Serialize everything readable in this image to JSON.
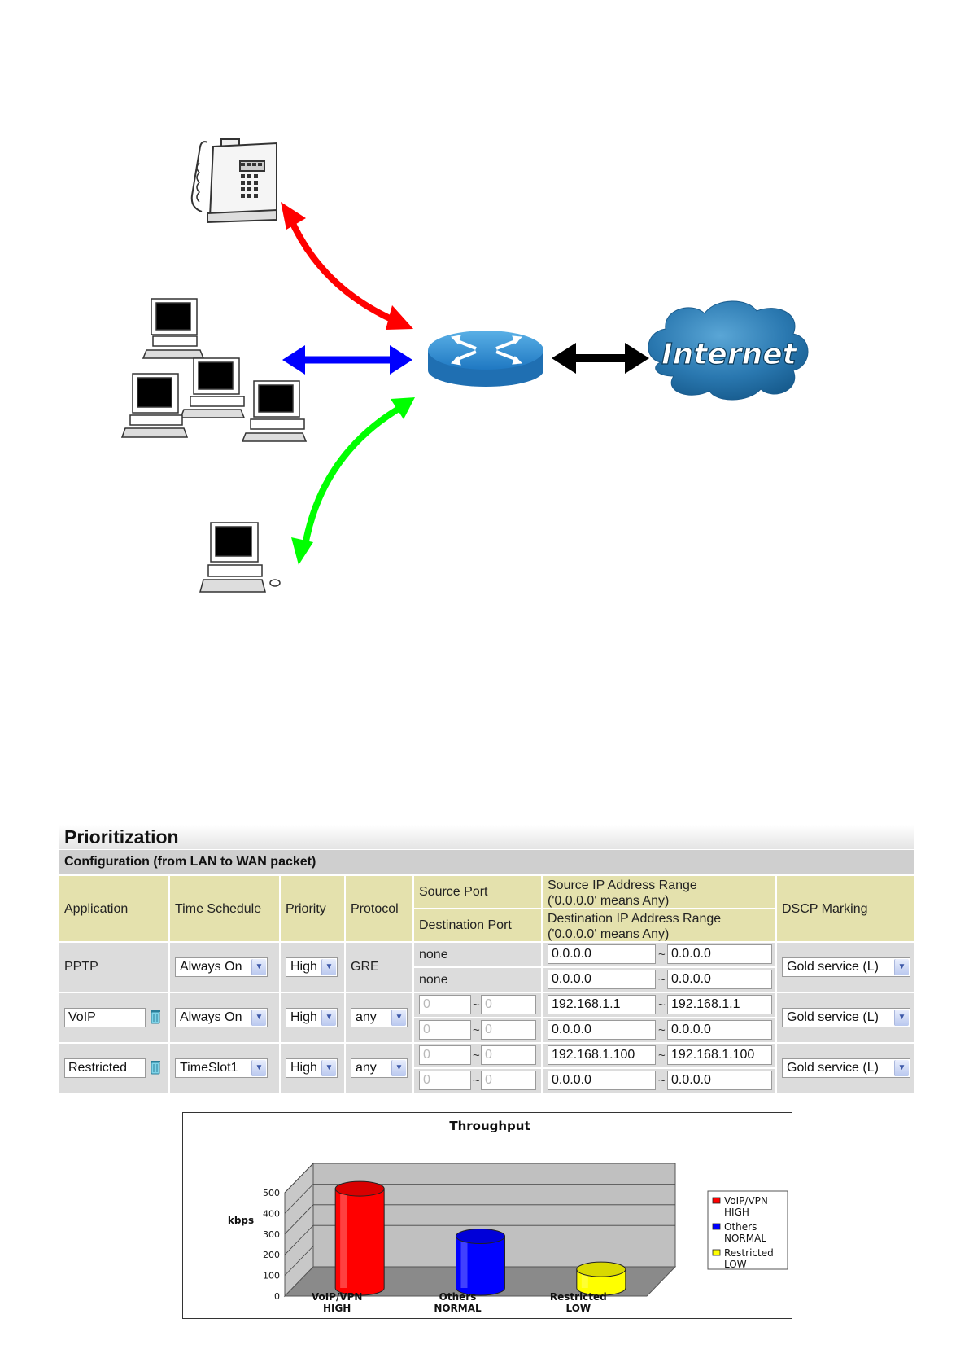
{
  "diagram": {
    "internet_label": "Internet",
    "arrow_colors": {
      "phone": "#ff0000",
      "lan": "#0000ff",
      "restricted": "#00ff00",
      "wan": "#000000"
    },
    "icons": [
      "telephone-icon",
      "computer-group-icon",
      "computer-icon",
      "router-icon",
      "internet-cloud-icon"
    ]
  },
  "prioritization": {
    "title": "Prioritization",
    "subtitle": "Configuration (from LAN to WAN packet)",
    "headers": {
      "application": "Application",
      "time_schedule": "Time Schedule",
      "priority": "Priority",
      "protocol": "Protocol",
      "source_port": "Source Port",
      "destination_port": "Destination Port",
      "source_ip_line1": "Source IP Address Range",
      "source_ip_line2": "('0.0.0.0' means Any)",
      "dest_ip_line1": "Destination IP Address Range",
      "dest_ip_line2": "('0.0.0.0' means Any)",
      "dscp": "DSCP Marking"
    },
    "rows": [
      {
        "application": "PPTP",
        "time_schedule": "Always On",
        "priority": "High",
        "protocol": "GRE",
        "source_port": "none",
        "destination_port": "none",
        "src_ip_from": "0.0.0.0",
        "src_ip_to": "0.0.0.0",
        "dst_ip_from": "0.0.0.0",
        "dst_ip_to": "0.0.0.0",
        "dscp": "Gold service (L)"
      },
      {
        "application": "VoIP",
        "time_schedule": "Always On",
        "priority": "High",
        "protocol": "any",
        "src_port_from": "0",
        "src_port_to": "0",
        "dst_port_from": "0",
        "dst_port_to": "0",
        "src_ip_from": "192.168.1.1",
        "src_ip_to": "192.168.1.1",
        "dst_ip_from": "0.0.0.0",
        "dst_ip_to": "0.0.0.0",
        "dscp": "Gold service (L)"
      },
      {
        "application": "Restricted",
        "time_schedule": "TimeSlot1",
        "priority": "High",
        "protocol": "any",
        "src_port_from": "0",
        "src_port_to": "0",
        "dst_port_from": "0",
        "dst_port_to": "0",
        "src_ip_from": "192.168.1.100",
        "src_ip_to": "192.168.1.100",
        "dst_ip_from": "0.0.0.0",
        "dst_ip_to": "0.0.0.0",
        "dscp": "Gold service (L)"
      }
    ],
    "range_separator": "~",
    "dropdown_arrow": "▼"
  },
  "chart_data": {
    "type": "bar",
    "title": "Throughput",
    "ylabel": "kbps",
    "xlabel": "",
    "ylim": [
      0,
      500
    ],
    "yticks": [
      0,
      100,
      200,
      300,
      400,
      500
    ],
    "categories": [
      {
        "line1": "VoIP/VPN",
        "line2": "HIGH"
      },
      {
        "line1": "Others",
        "line2": "NORMAL"
      },
      {
        "line1": "Restricted",
        "line2": "LOW"
      }
    ],
    "values": [
      480,
      250,
      90
    ],
    "colors": [
      "#ff0000",
      "#0000ff",
      "#ffff00"
    ],
    "legend": [
      {
        "line1": "VoIP/VPN",
        "line2": "HIGH"
      },
      {
        "line1": "Others",
        "line2": "NORMAL"
      },
      {
        "line1": "Restricted",
        "line2": "LOW"
      }
    ],
    "legend_position": "right",
    "grid": true
  }
}
